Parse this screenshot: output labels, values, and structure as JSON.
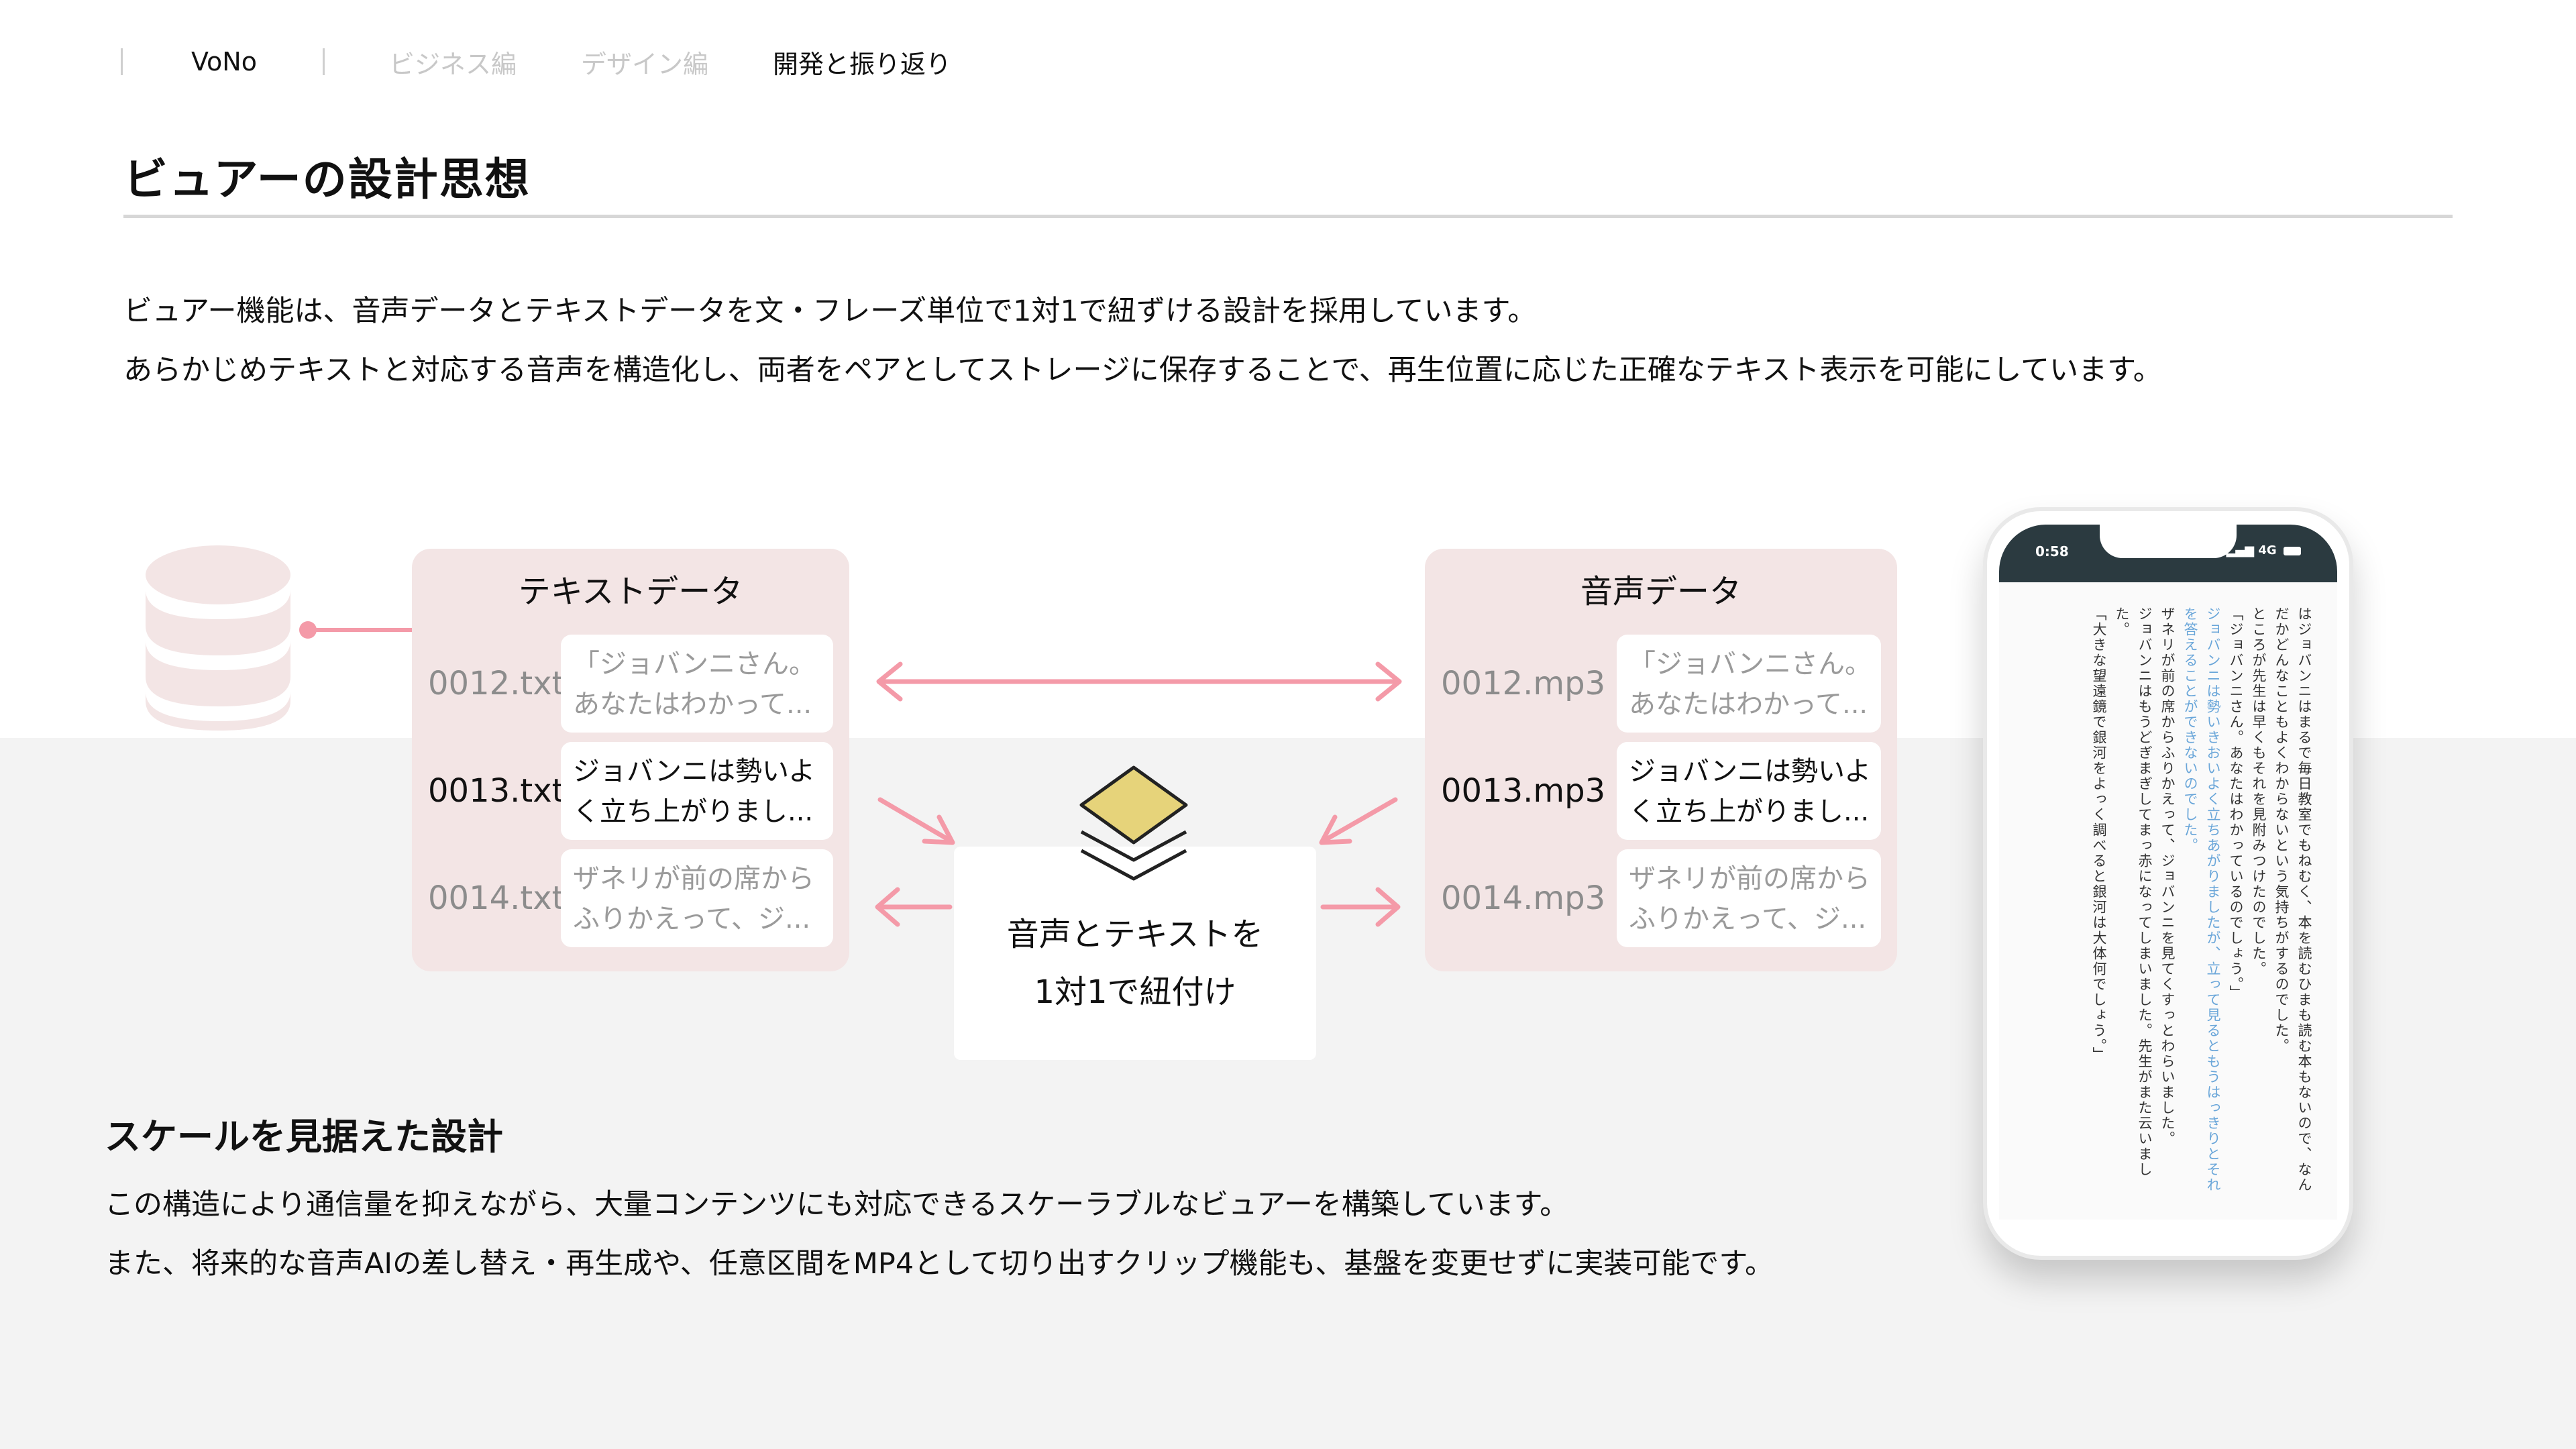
{
  "nav": {
    "brand": "VoNo",
    "items": [
      "ビジネス編",
      "デザイン編",
      "開発と振り返り"
    ],
    "current_index": 2
  },
  "page_title": "ビュアーの設計思想",
  "intro": [
    "ビュアー機能は、音声データとテキストデータを文・フレーズ単位で1対1で紐ずける設計を採用しています。",
    "あらかじめテキストと対応する音声を構造化し、両者をペアとしてストレージに保存することで、再生位置に応じた正確なテキスト表示を可能にしています。"
  ],
  "text_panel": {
    "title": "テキストデータ",
    "rows": [
      {
        "file": "0012.txt",
        "lines": [
          "「ジョバンニさん。",
          "あなたはわかって..."
        ],
        "active": false
      },
      {
        "file": "0013.txt",
        "lines": [
          "ジョバンニは勢いよ",
          "く立ち上がりまし..."
        ],
        "active": true
      },
      {
        "file": "0014.txt",
        "lines": [
          "ザネリが前の席から",
          "ふりかえって、ジ..."
        ],
        "active": false
      }
    ]
  },
  "audio_panel": {
    "title": "音声データ",
    "rows": [
      {
        "file": "0012.mp3",
        "lines": [
          "「ジョバンニさん。",
          "あなたはわかって..."
        ],
        "active": false
      },
      {
        "file": "0013.mp3",
        "lines": [
          "ジョバンニは勢いよ",
          "く立ち上がりまし..."
        ],
        "active": true
      },
      {
        "file": "0014.mp3",
        "lines": [
          "ザネリが前の席から",
          "ふりかえって、ジ..."
        ],
        "active": false
      }
    ]
  },
  "center": {
    "lines": [
      "音声とテキストを",
      "1対1で紐付け"
    ]
  },
  "scale": {
    "title": "スケールを見据えた設計",
    "lines": [
      "この構造により通信量を抑えながら、大量コンテンツにも対応できるスケーラブルなビュアーを構築しています。",
      "また、将来的な音声AIの差し替え・再生成や、任意区間をMP4として切り出すクリップ機能も、基盤を変更せずに実装可能です。"
    ]
  },
  "phone": {
    "time": "0:58",
    "network": "4G",
    "paragraphs": [
      {
        "text": "はジョバンニはまるで毎日教室でもねむく、本を読むひまも読む本もないので、なんだかどんなこともよくわからないという気持ちがするのでした。",
        "highlight": false
      },
      {
        "text": "ところが先生は早くもそれを見附みつけたのでした。",
        "highlight": false
      },
      {
        "text": "「ジョバンニさん。あなたはわかっているのでしょう。」",
        "highlight": false
      },
      {
        "text": "ジョバンニは勢いきおいよく立ちあがりましたが、立って見るともうはっきりとそれを答えることができないのでした。",
        "highlight": true
      },
      {
        "text": "ザネリが前の席からふりかえって、ジョバンニを見てくすっとわらいました。",
        "highlight": false
      },
      {
        "text": "ジョバンニはもうどぎまぎしてまっ赤になってしまいました。先生がまた云いました。",
        "highlight": false
      },
      {
        "text": "「大きな望遠鏡で銀河をよっく調べると銀河は大体何でしょう。」",
        "highlight": false
      }
    ]
  },
  "colors": {
    "accent_pink": "#f49aa8",
    "panel_bg": "#f3e5e5",
    "db_icon": "#f3e5e5",
    "layer_top": "#e6d37a",
    "highlight_text": "#6aa6d9",
    "phone_bar": "#2b3a40"
  }
}
